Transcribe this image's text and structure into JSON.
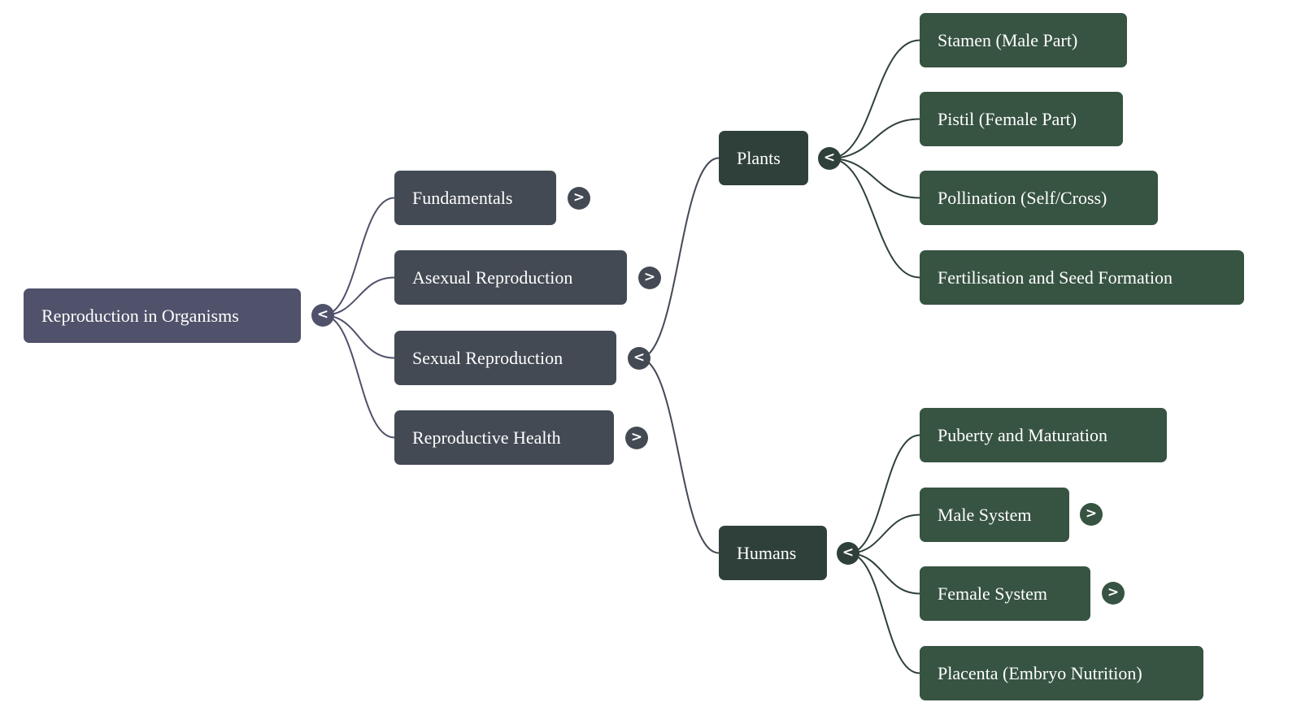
{
  "mindmap": {
    "title": "Reproduction in Organisms",
    "colors": {
      "root": "#50516a",
      "level1": "#434a54",
      "level2": "#2f403b",
      "level3": "#375342",
      "edge_root": "#50516a",
      "edge_level1": "#434a54",
      "edge_level2": "#2f403b",
      "text": "#ffffff"
    },
    "toggle_glyphs": {
      "expanded": "<",
      "collapsed": ">"
    },
    "root": {
      "label": "Reproduction in Organisms",
      "expanded": true,
      "children": [
        {
          "label": "Fundamentals",
          "expanded": false
        },
        {
          "label": "Asexual Reproduction",
          "expanded": false
        },
        {
          "label": "Sexual Reproduction",
          "expanded": true,
          "children": [
            {
              "label": "Plants",
              "expanded": true,
              "children": [
                {
                  "label": "Stamen (Male Part)"
                },
                {
                  "label": "Pistil (Female Part)"
                },
                {
                  "label": "Pollination (Self/Cross)"
                },
                {
                  "label": "Fertilisation and Seed Formation"
                }
              ]
            },
            {
              "label": "Humans",
              "expanded": true,
              "children": [
                {
                  "label": "Puberty and Maturation"
                },
                {
                  "label": "Male System",
                  "expanded": false
                },
                {
                  "label": "Female System",
                  "expanded": false
                },
                {
                  "label": "Placenta (Embryo Nutrition)"
                }
              ]
            }
          ]
        },
        {
          "label": "Reproductive Health",
          "expanded": false
        }
      ]
    }
  }
}
